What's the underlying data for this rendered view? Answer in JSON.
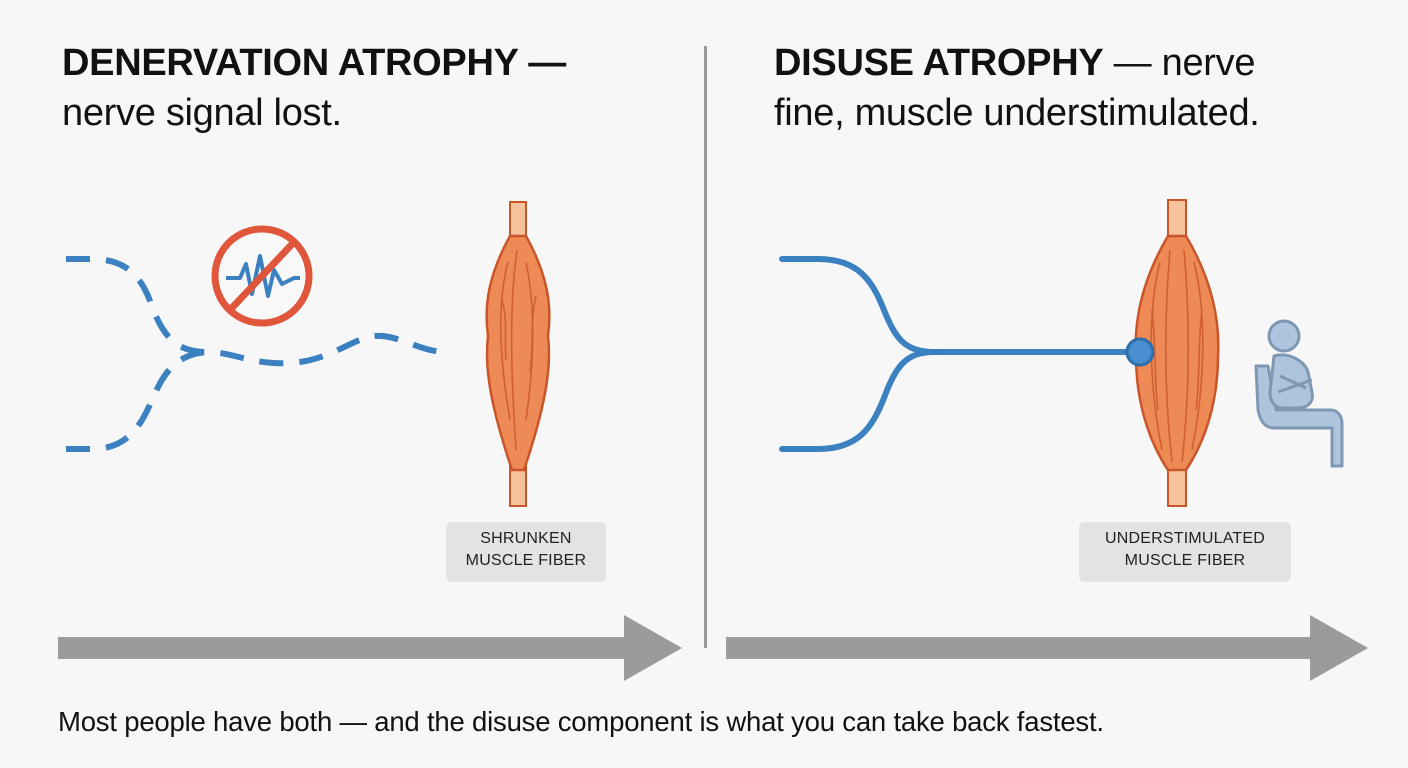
{
  "left_panel": {
    "title_bold": "DENERVATION ATROPHY —",
    "title_line2": "nerve signal lost.",
    "label_line1": "SHRUNKEN",
    "label_line2": "MUSCLE FIBER"
  },
  "right_panel": {
    "title_bold": "DISUSE ATROPHY",
    "title_rest": " — nerve",
    "title_line2": "fine, muscle understimulated.",
    "label_line1": "UNDERSTIMULATED",
    "label_line2": "MUSCLE FIBER"
  },
  "caption": "Most people have both — and the disuse component is what you can take back fastest.",
  "colors": {
    "nerve_blue": "#3b80c0",
    "muscle_orange": "#ee8a55",
    "muscle_dark": "#c9552a",
    "tendon": "#f6c39c",
    "prohibited_red": "#e0563b",
    "arrow_gray": "#9b9b9b",
    "person_blue": "#adc4dc"
  },
  "icons": [
    "no-signal-icon",
    "seated-person-icon"
  ]
}
